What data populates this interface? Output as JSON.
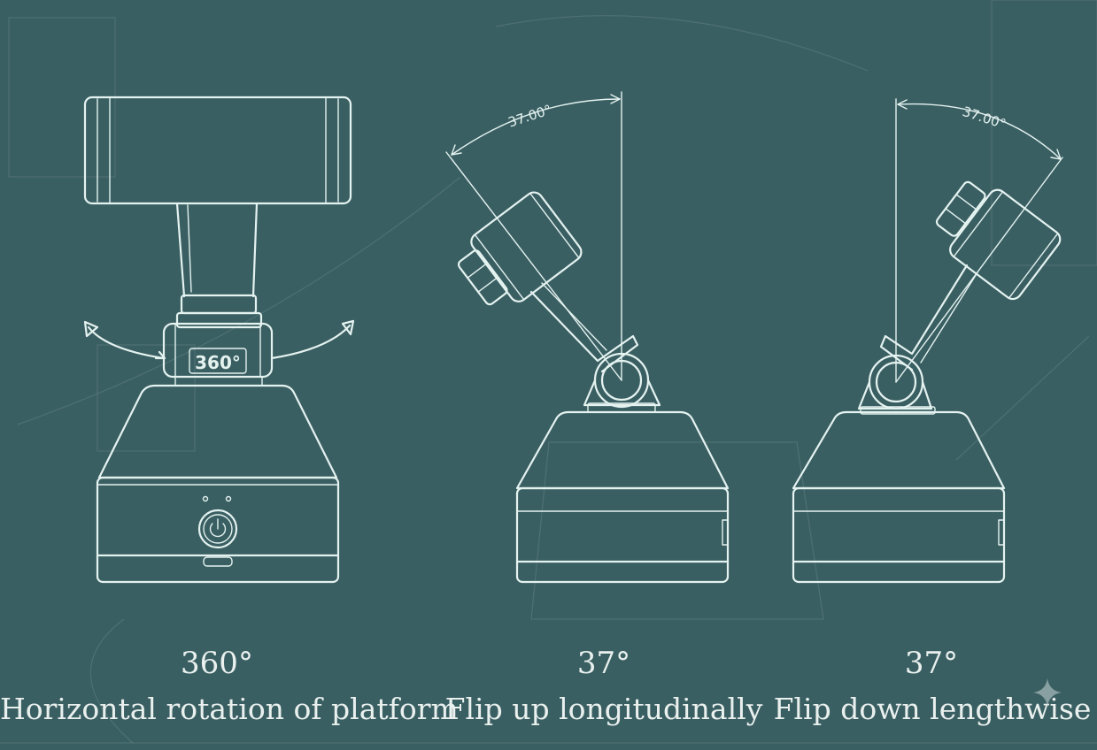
{
  "colors": {
    "background": "#3a5f62",
    "line": "#e4f2f0",
    "text": "#e9f0ee"
  },
  "panels": [
    {
      "degree": "360°",
      "caption": "Horizontal rotation of platform",
      "badge": "360°"
    },
    {
      "degree": "37°",
      "caption": "Flip up longitudinally",
      "angle_label": "37.00°"
    },
    {
      "degree": "37°",
      "caption": "Flip down lengthwise",
      "angle_label": "37.00°"
    }
  ],
  "icons": {
    "power": "power-icon",
    "rotation_arrows": "rotation-arrows-icon",
    "corner": "sparkle-icon"
  }
}
